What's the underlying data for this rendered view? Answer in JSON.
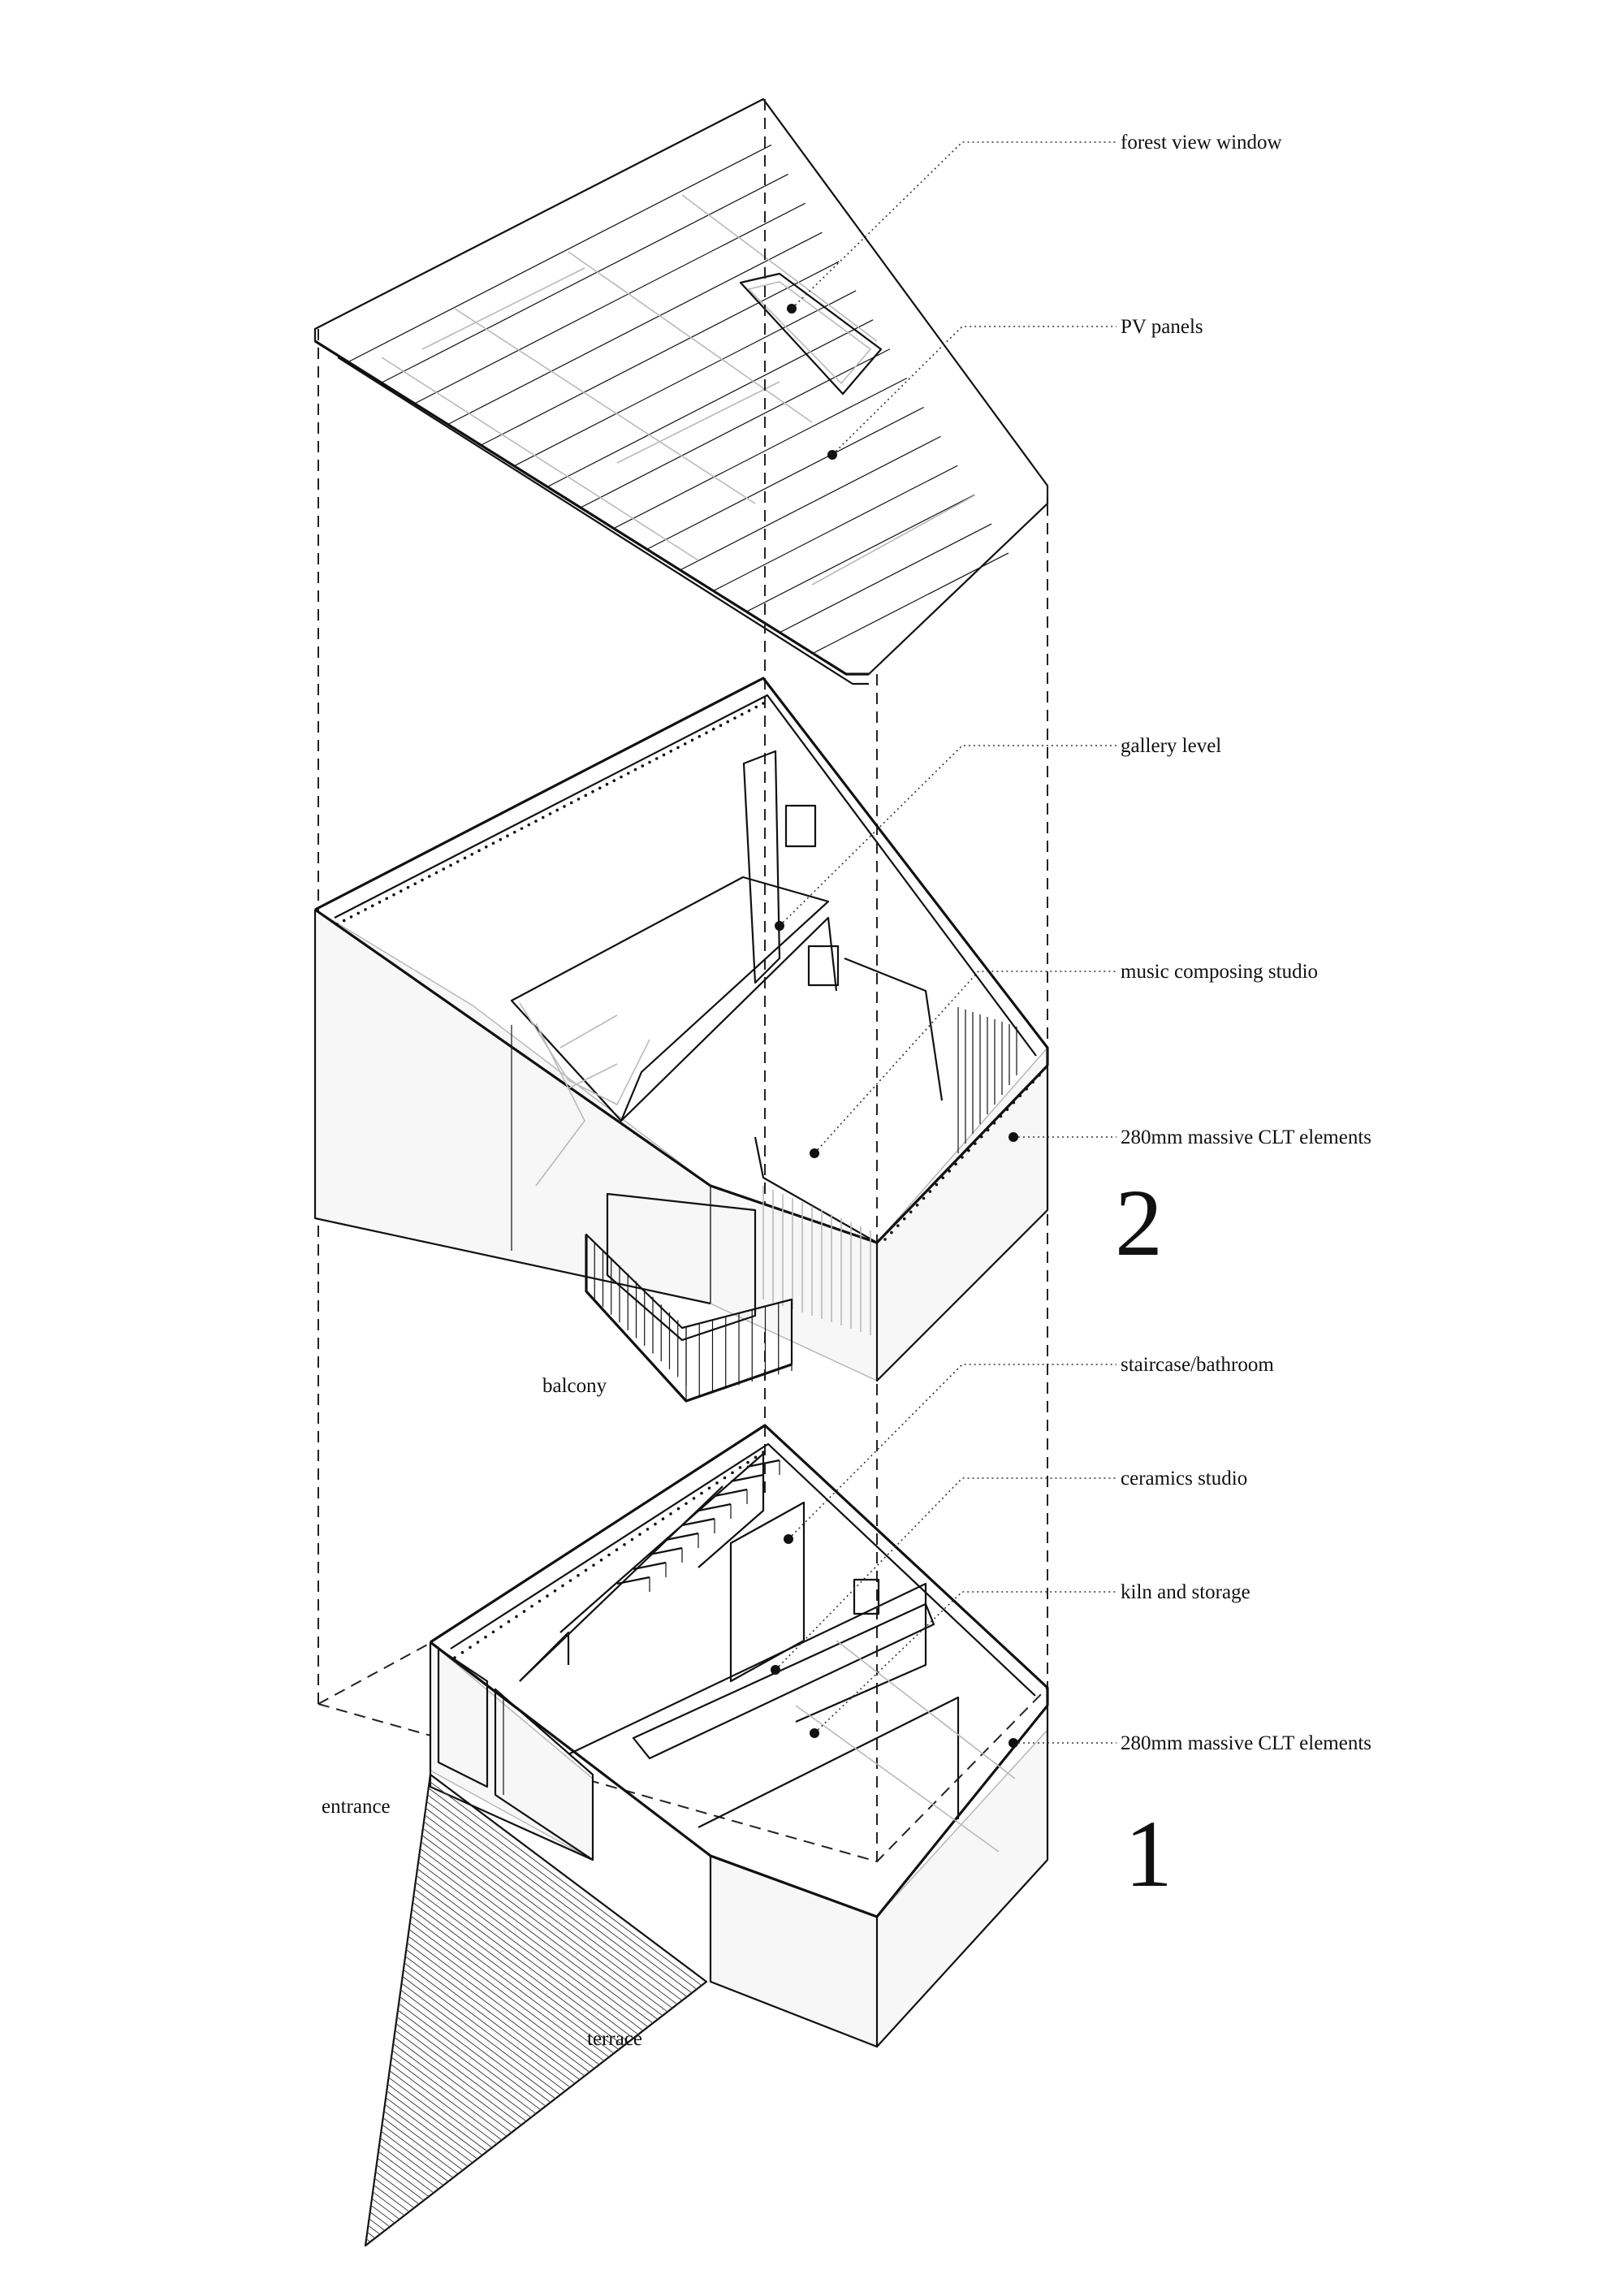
{
  "annotations": {
    "forest_view_window": "forest view window",
    "pv_panels": "PV panels",
    "gallery_level": "gallery level",
    "music_composing_studio": "music composing studio",
    "clt_upper": "280mm massive CLT elements",
    "staircase_bathroom": "staircase/bathroom",
    "ceramics_studio": "ceramics studio",
    "kiln_storage": "kiln and storage",
    "clt_lower": "280mm massive CLT elements"
  },
  "places": {
    "balcony": "balcony",
    "entrance": "entrance",
    "terrace": "terrace"
  },
  "levels": {
    "upper": "2",
    "ground": "1"
  }
}
